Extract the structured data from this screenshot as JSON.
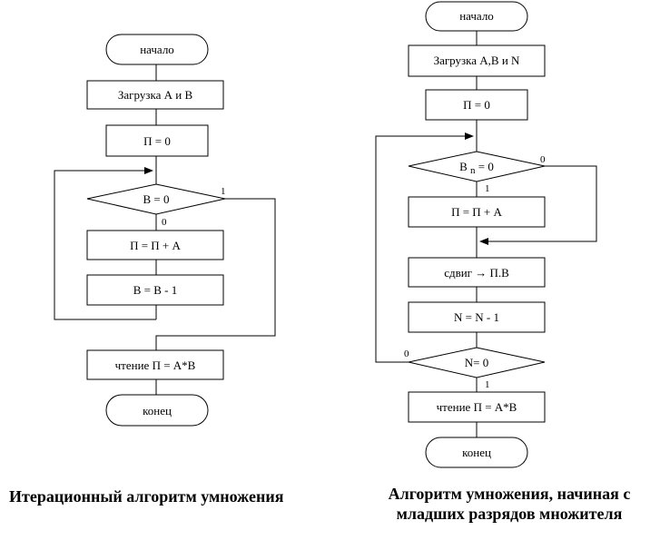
{
  "left": {
    "start": "начало",
    "load": "Загрузка А и В",
    "init": "П = 0",
    "cond": "В = 0",
    "cond_yes": "1",
    "cond_no": "0",
    "add": "П = П + А",
    "dec": "В = В - 1",
    "read": "чтение П = А*В",
    "end": "конец",
    "caption": "Итерационный алгоритм умножения"
  },
  "right": {
    "start": "начало",
    "load": "Загрузка А,В и N",
    "init": "П = 0",
    "cond1_main": "В",
    "cond1_sub": "n",
    "cond1_rest": "= 0",
    "cond1_yes": "1",
    "cond1_no": "0",
    "add": "П = П + А",
    "shift": "сдвиг → П.В",
    "dec": "N = N - 1",
    "cond2": "N= 0",
    "cond2_yes": "1",
    "cond2_no": "0",
    "read": "чтение П = А*В",
    "end": "конец",
    "caption_line1": "Алгоритм умножения, начиная с",
    "caption_line2": "младших разрядов множителя"
  }
}
